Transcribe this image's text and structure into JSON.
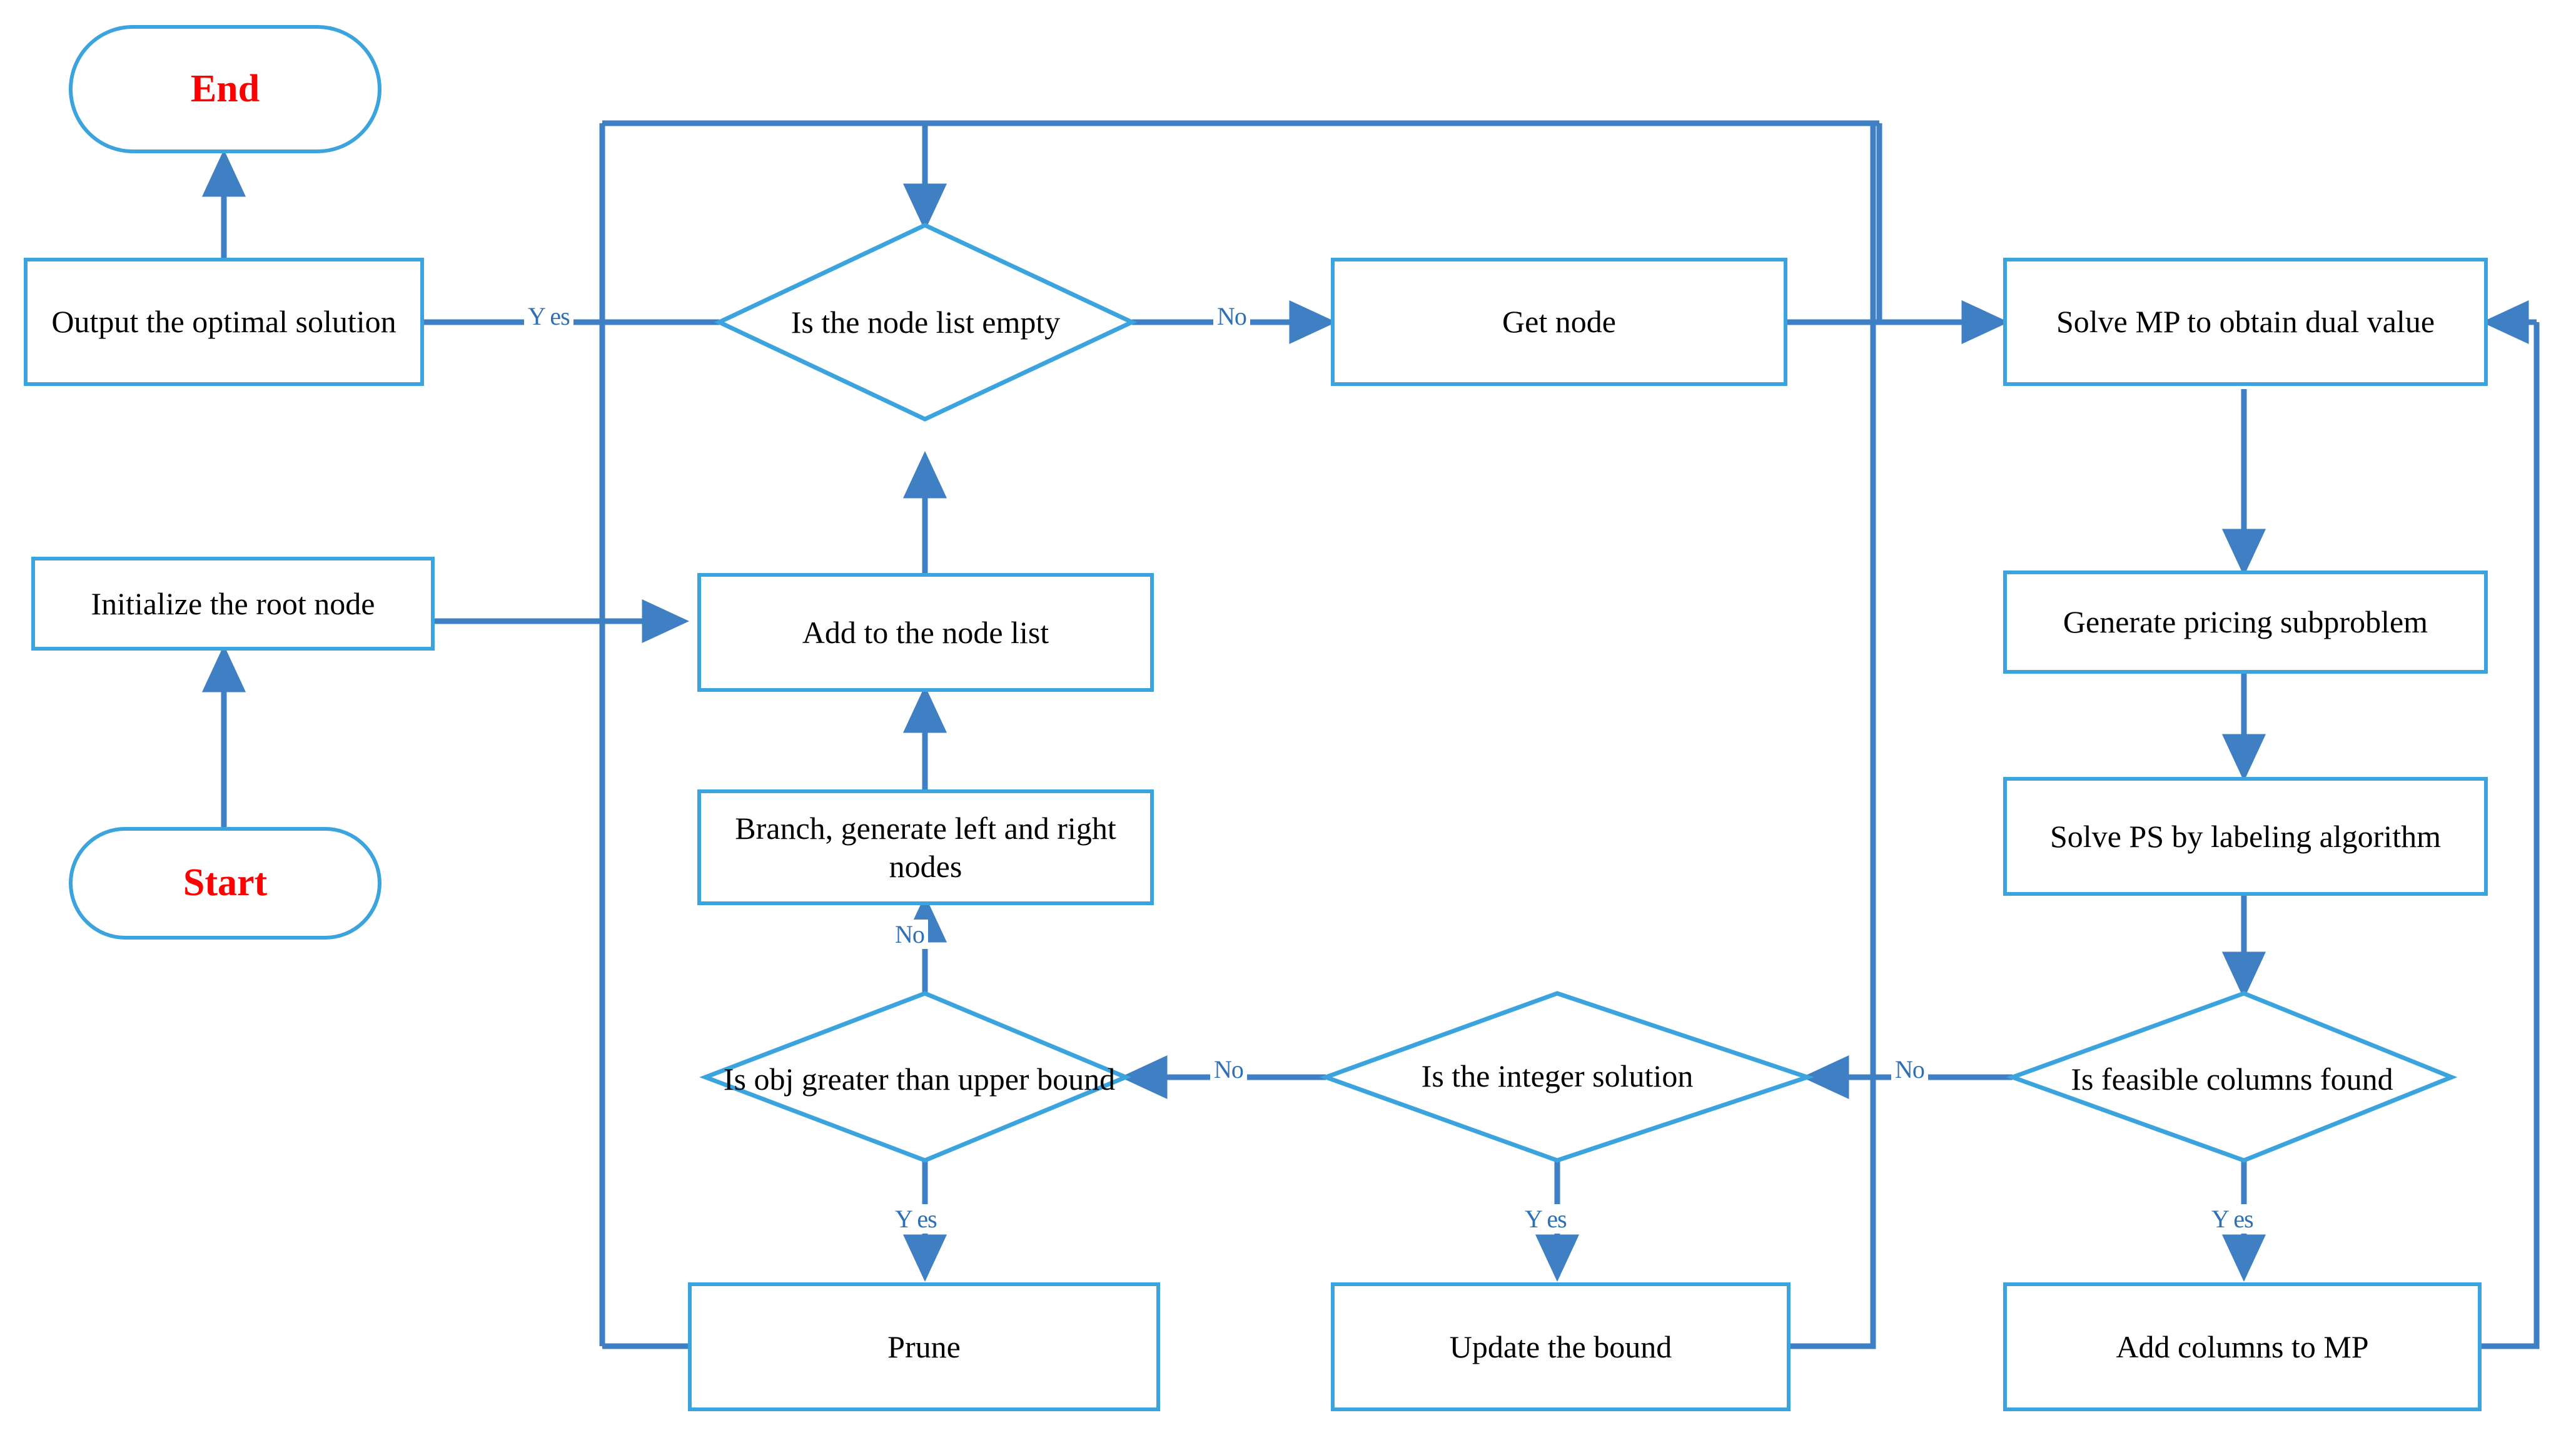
{
  "diagram": {
    "title": "Branch-and-price algorithm flowchart",
    "type": "flowchart",
    "colors": {
      "node_border": "#3ba3dd",
      "connector": "#3f7fc4",
      "terminal_text": "#ff0000",
      "node_text": "#000000",
      "edge_label_text": "#2f6fb5",
      "background": "#ffffff"
    }
  },
  "nodes": {
    "end": {
      "label": "End",
      "shape": "terminal"
    },
    "output_optimal": {
      "label": "Output the optimal solution",
      "shape": "process"
    },
    "initialize_root": {
      "label": "Initialize the root node",
      "shape": "process"
    },
    "start": {
      "label": "Start",
      "shape": "terminal"
    },
    "node_list_empty": {
      "label": "Is the node list empty",
      "shape": "decision"
    },
    "get_node": {
      "label": "Get node",
      "shape": "process"
    },
    "solve_mp": {
      "label": "Solve MP to obtain dual value",
      "shape": "process"
    },
    "generate_pricing": {
      "label": "Generate pricing subproblem",
      "shape": "process"
    },
    "solve_ps": {
      "label": "Solve PS by labeling algorithm",
      "shape": "process"
    },
    "feasible_columns": {
      "label": "Is feasible columns found",
      "shape": "decision"
    },
    "add_columns": {
      "label": "Add columns to MP",
      "shape": "process"
    },
    "integer_solution": {
      "label": "Is the integer solution",
      "shape": "decision"
    },
    "update_bound": {
      "label": "Update the  bound",
      "shape": "process"
    },
    "obj_greater": {
      "label": "Is obj greater than upper bound",
      "shape": "decision"
    },
    "prune": {
      "label": "Prune",
      "shape": "process"
    },
    "branch_nodes": {
      "label": "Branch, generate left and right nodes",
      "shape": "process"
    },
    "add_node_list": {
      "label": "Add to the node list",
      "shape": "process"
    }
  },
  "edge_labels": {
    "empty_yes": "Y es",
    "empty_no": "No",
    "feasible_no": "No",
    "feasible_yes": "Y es",
    "integer_no": "No",
    "integer_yes": "Y es",
    "obj_no": "No",
    "obj_yes": "Y es",
    "branch_no": "No"
  }
}
